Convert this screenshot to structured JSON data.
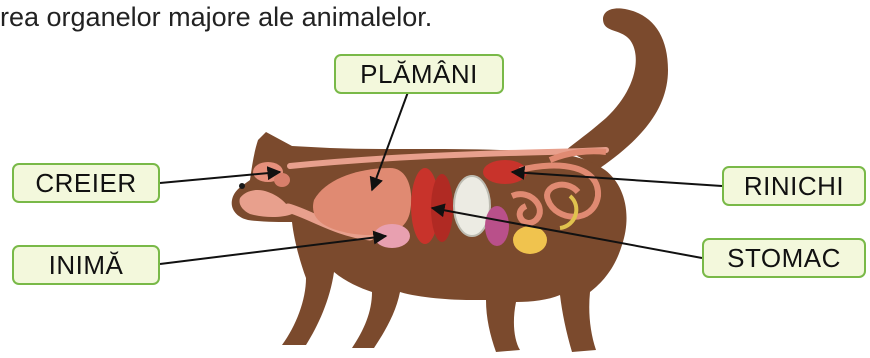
{
  "title": "rea organelor majore ale animalelor.",
  "labels": {
    "plamani": "PLĂMÂNI",
    "creier": "CREIER",
    "inima": "INIMĂ",
    "rinichi": "RINICHI",
    "stomac": "STOMAC"
  },
  "colors": {
    "cat_body": "#7b4a2d",
    "label_border": "#79b948",
    "label_fill": "#f3f8dc",
    "organ_red": "#c8332b",
    "organ_pink": "#e8a08d"
  }
}
